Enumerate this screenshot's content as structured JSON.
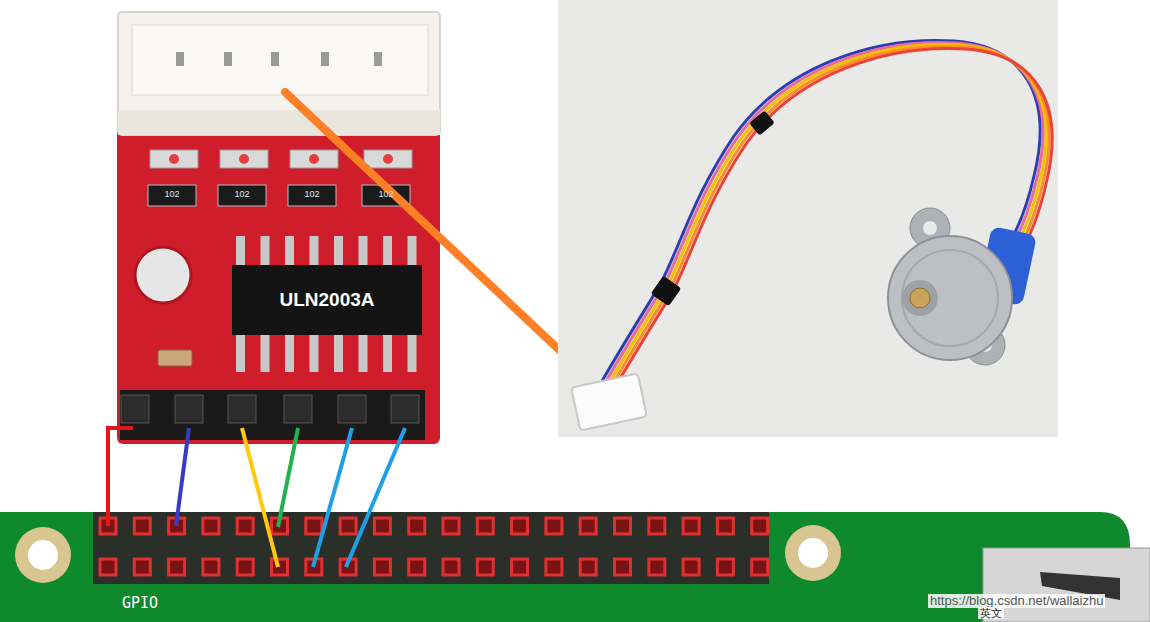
{
  "diagram": {
    "nodes": [
      {
        "text": [
          "ULN2003A"
        ]
      }
    ],
    "labels": [
      "102",
      "102",
      "102",
      "102",
      "GPIO",
      "https://blog.csdn.net/wallaizhu",
      "英文"
    ]
  }
}
